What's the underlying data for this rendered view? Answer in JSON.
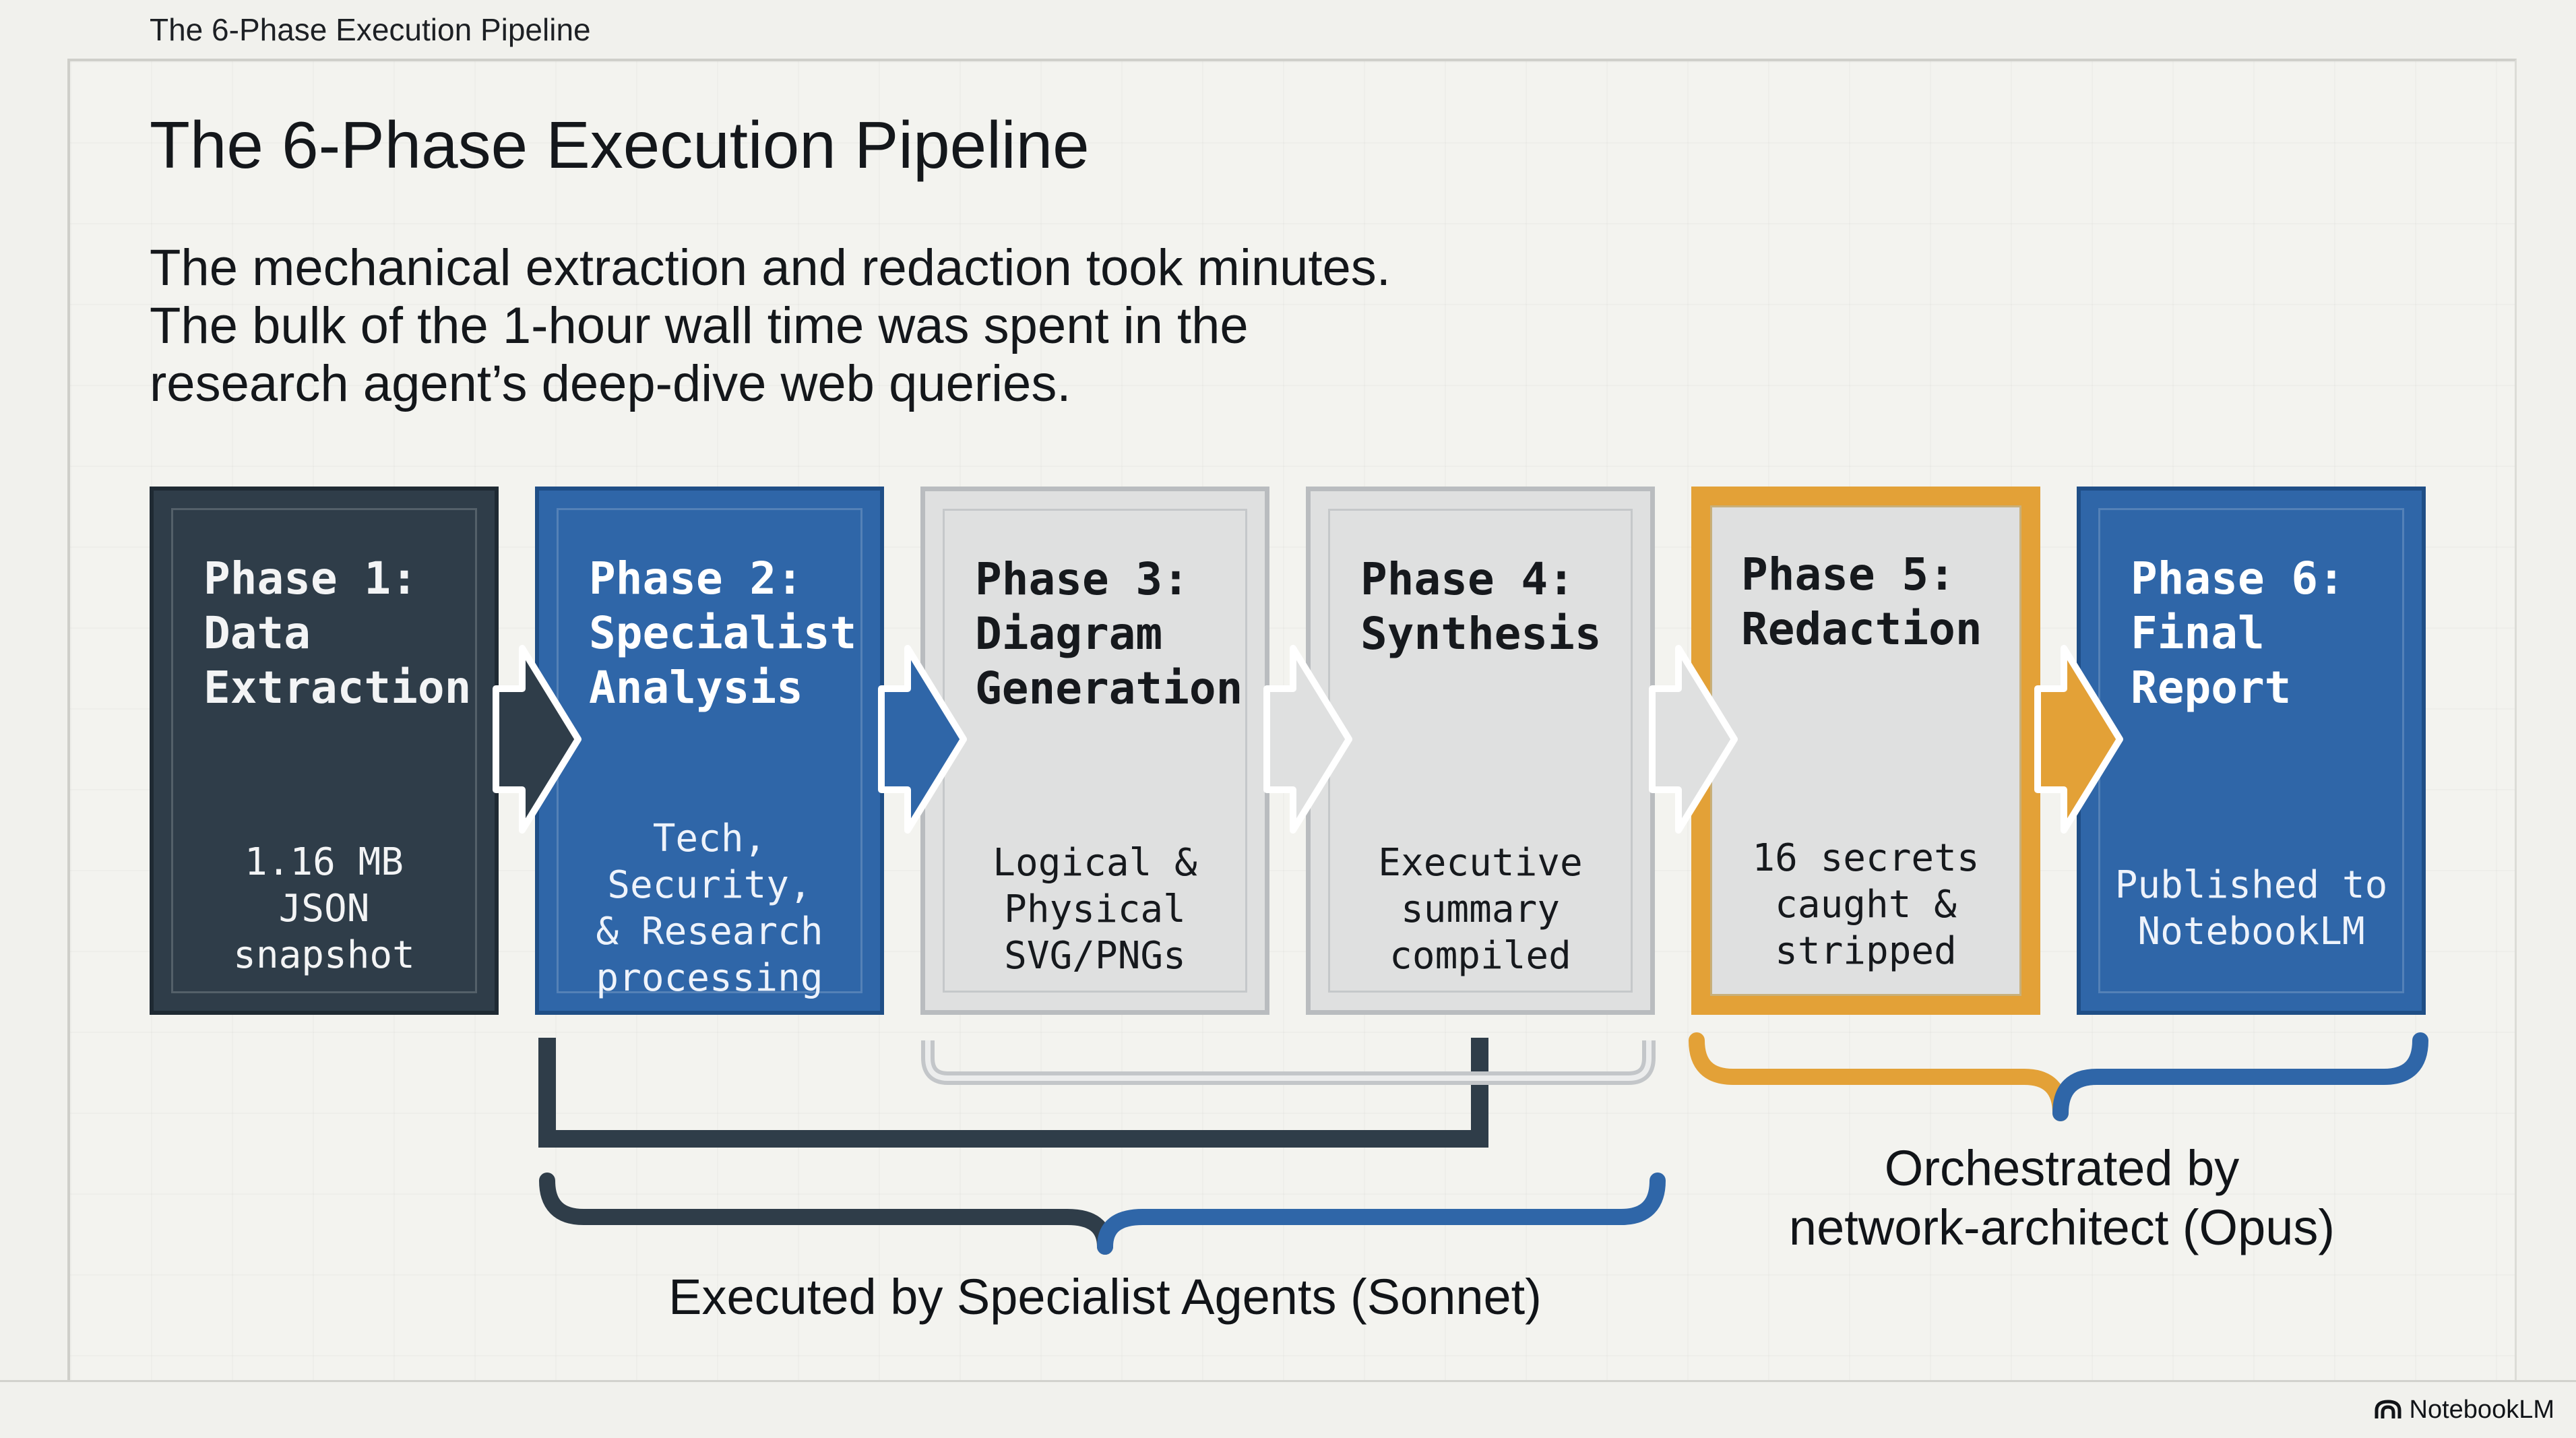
{
  "header": {
    "tab_title": "The 6-Phase Execution Pipeline"
  },
  "slide": {
    "title": "The 6-Phase Execution Pipeline",
    "subtitle": "The mechanical extraction and redaction took minutes.\nThe bulk of the 1-hour wall time was spent in the\nresearch agent’s deep-dive web queries."
  },
  "phases": [
    {
      "title": "Phase 1:\nData\nExtraction",
      "detail": "1.16 MB\nJSON\nsnapshot",
      "style": "dark"
    },
    {
      "title": "Phase 2:\nSpecialist\nAnalysis",
      "detail": "Tech,\nSecurity,\n& Research\nprocessing",
      "style": "blue"
    },
    {
      "title": "Phase 3:\nDiagram\nGeneration",
      "detail": "Logical &\nPhysical\nSVG/PNGs",
      "style": "light"
    },
    {
      "title": "Phase 4:\nSynthesis",
      "detail": "Executive\nsummary\ncompiled",
      "style": "light"
    },
    {
      "title": "Phase 5:\nRedaction",
      "detail": "16 secrets\ncaught &\nstripped",
      "style": "orange"
    },
    {
      "title": "Phase 6:\nFinal\nReport",
      "detail": "Published to\nNotebookLM",
      "style": "blue"
    }
  ],
  "groups": {
    "specialist_label": "Executed by Specialist Agents (Sonnet)",
    "orchestrator_label": "Orchestrated by\nnetwork-architect (Opus)"
  },
  "colors": {
    "dark": "#2f3d49",
    "blue": "#2f66a8",
    "light": "#dfe0e0",
    "orange": "#e3a137",
    "background": "#f1f1ed"
  },
  "branding": {
    "label": "NotebookLM",
    "icon": "notebooklm-logo-icon"
  }
}
